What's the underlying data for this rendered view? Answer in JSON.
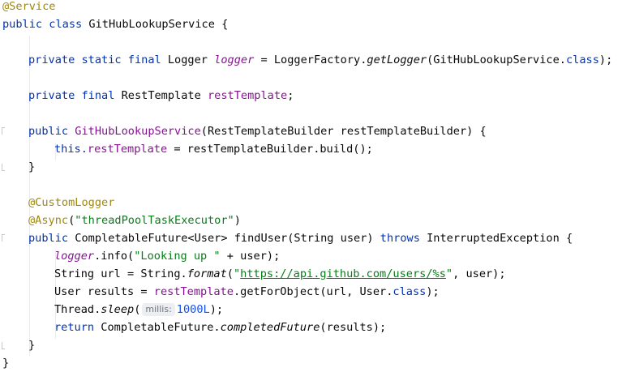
{
  "code": {
    "l1": {
      "ann": "@Service"
    },
    "l2": {
      "kw": "public class ",
      "name": "GitHubLookupService {"
    },
    "l4": {
      "kw": "private static final ",
      "type": "Logger ",
      "field": "logger",
      "eq": " = LoggerFactory.",
      "method": "getLogger",
      "args": "(GitHubLookupService.",
      "cls": "class",
      "end": ");"
    },
    "l6": {
      "kw": "private final ",
      "type": "RestTemplate ",
      "field": "restTemplate",
      "end": ";"
    },
    "l8": {
      "kw": "public ",
      "name": "GitHubLookupService",
      "params": "(RestTemplateBuilder restTemplateBuilder) {"
    },
    "l9": {
      "kw": "this.",
      "field": "restTemplate",
      "rest": " = restTemplateBuilder.build();"
    },
    "l10": {
      "brace": "}"
    },
    "l12": {
      "ann": "@CustomLogger"
    },
    "l13": {
      "ann": "@Async",
      "open": "(",
      "str": "\"threadPoolTaskExecutor\"",
      "close": ")"
    },
    "l14": {
      "kw": "public ",
      "type": "CompletableFuture<User> ",
      "name": "findUser",
      "params": "(String user) ",
      "throws": "throws ",
      "exc": "InterruptedException {"
    },
    "l15": {
      "field": "logger",
      "mid": ".info(",
      "str": "\"Looking up \"",
      "end": " + user);"
    },
    "l16": {
      "pre": "String url = String.",
      "method": "format",
      "open": "(",
      "q1": "\"",
      "url": "https://api.github.com/users/%s",
      "q2": "\"",
      "end": ", user);"
    },
    "l17": {
      "pre": "User results = ",
      "field": "restTemplate",
      "mid": ".getForObject(url, User.",
      "cls": "class",
      "end": ");"
    },
    "l18": {
      "pre": "Thread.",
      "method": "sleep",
      "open": "(",
      "hint": "millis:",
      "num": "1000L",
      "end": ");"
    },
    "l19": {
      "kw": "return ",
      "pre": "CompletableFuture.",
      "method": "completedFuture",
      "end": "(results);"
    },
    "l20": {
      "brace": "}"
    },
    "l21": {
      "brace": "}"
    }
  }
}
